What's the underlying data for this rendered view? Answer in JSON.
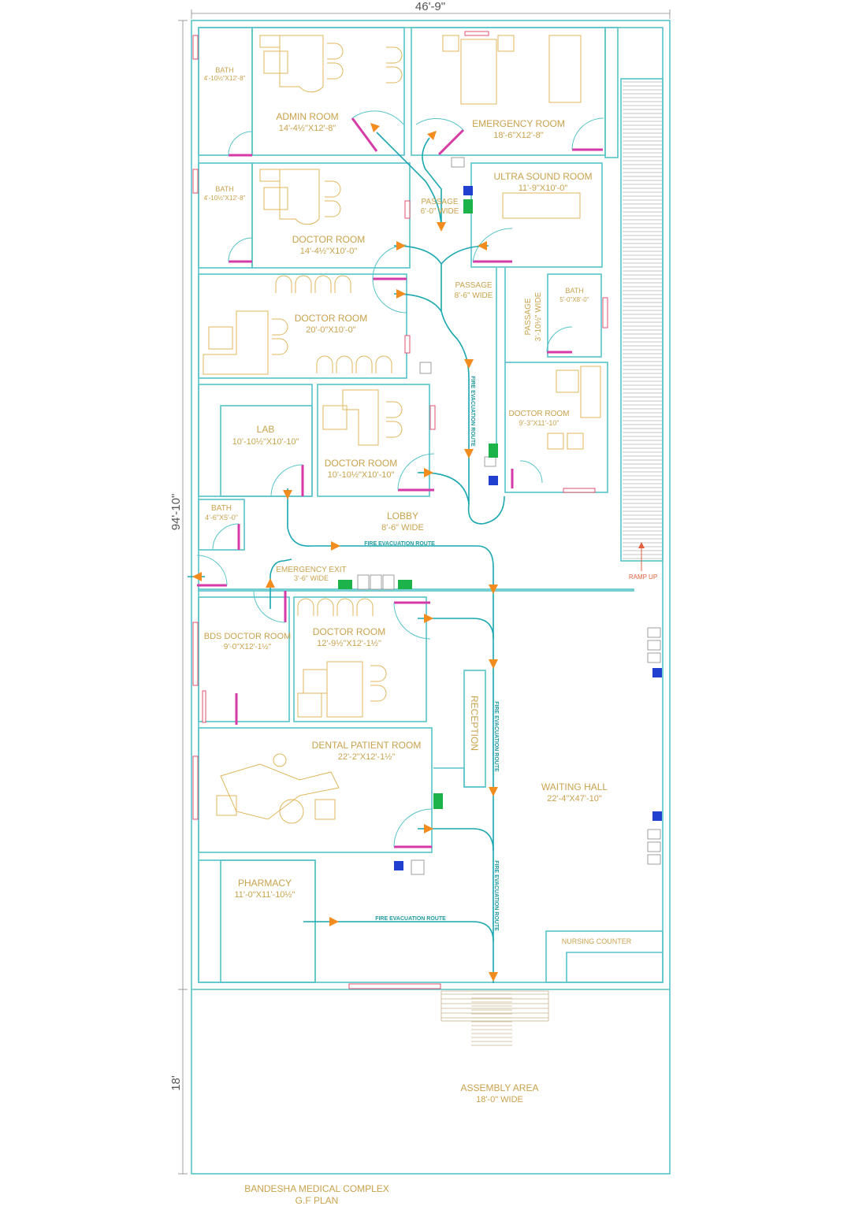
{
  "dimensions": {
    "top_width": "46'-9\"",
    "left_height": "94'-10\"",
    "assembly_depth": "18'"
  },
  "rooms": {
    "admin": {
      "name": "ADMIN ROOM",
      "size": "14'-4½\"X12'-8\""
    },
    "bath1": {
      "name": "BATH",
      "size": "4'-10½\"X12'-8\""
    },
    "emergency": {
      "name": "EMERGENCY ROOM",
      "size": "18'-6\"X12'-8\""
    },
    "ultrasound": {
      "name": "ULTRA SOUND ROOM",
      "size": "11'-9\"X10'-0\""
    },
    "bath2": {
      "name": "BATH",
      "size": "4'-10½\"X12'-8\""
    },
    "doctor1": {
      "name": "DOCTOR ROOM",
      "size": "14'-4½\"X10'-0\""
    },
    "passage1": {
      "name": "PASSAGE",
      "size": "6'-0\" WIDE"
    },
    "passage2": {
      "name": "PASSAGE",
      "size": "8'-6\" WIDE"
    },
    "passage3": {
      "name": "PASSAGE",
      "size": "3'-10½\" WIDE"
    },
    "bath3": {
      "name": "BATH",
      "size": "5'-0\"X8'-0\""
    },
    "doctor2": {
      "name": "DOCTOR ROOM",
      "size": "20'-0\"X10'-0\""
    },
    "doctor3": {
      "name": "DOCTOR ROOM",
      "size": "9'-3\"X11'-10\""
    },
    "lab": {
      "name": "LAB",
      "size": "10'-10½\"X10'-10\""
    },
    "doctor4": {
      "name": "DOCTOR ROOM",
      "size": "10'-10½\"X10'-10\""
    },
    "bath4": {
      "name": "BATH",
      "size": "4'-6\"X5'-0\""
    },
    "lobby": {
      "name": "LOBBY",
      "size": "8'-6\" WIDE"
    },
    "emergency_exit": {
      "name": "EMERGENCY EXIT",
      "size": "3'-6\" WIDE"
    },
    "bds": {
      "name": "BDS DOCTOR ROOM",
      "size": "9'-0\"X12'-1½\""
    },
    "doctor5": {
      "name": "DOCTOR ROOM",
      "size": "12'-9½\"X12'-1½\""
    },
    "reception": {
      "name": "RECEPTION"
    },
    "dental": {
      "name": "DENTAL PATIENT ROOM",
      "size": "22'-2\"X12'-1½\""
    },
    "waiting": {
      "name": "WAITING HALL",
      "size": "22'-4\"X47'-10\""
    },
    "pharmacy": {
      "name": "PHARMACY",
      "size": "11'-0\"X11'-10½\""
    },
    "nursing": {
      "name": "NURSING COUNTER"
    },
    "assembly": {
      "name": "ASSEMBLY AREA",
      "size": "18'-0\" WIDE"
    }
  },
  "labels": {
    "ramp": "RAMP UP",
    "fire_route": "FIRE EVACUATION ROUTE"
  },
  "title": {
    "line1": "BANDESHA MEDICAL COMPLEX",
    "line2": "G.F PLAN"
  },
  "colors": {
    "wall": "#57c3c8",
    "door": "#d63aa6",
    "route": "#1aa7b0",
    "arrow": "#f28c1e",
    "label": "#c9a24d",
    "exit_sign": "#1bb34a"
  }
}
